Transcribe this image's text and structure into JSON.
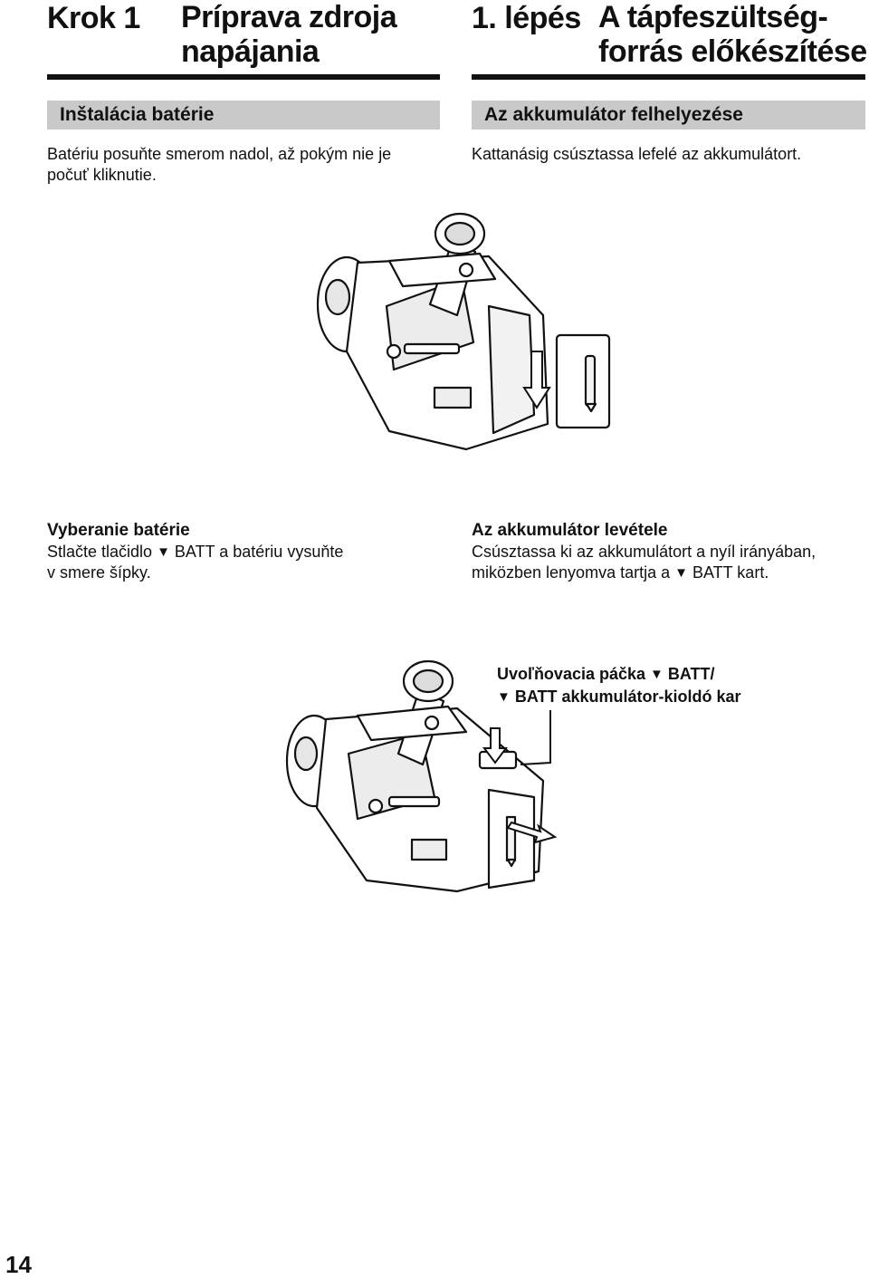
{
  "left": {
    "step_num": "Krok 1",
    "step_title_line1": "Príprava zdroja",
    "step_title_line2": "napájania",
    "band_title": "Inštalácia batérie",
    "install_line1": "Batériu posuňte smerom nadol, až pokým nie je",
    "install_line2": "počuť kliknutie.",
    "remove_heading": "Vyberanie batérie",
    "remove_line1_a": "Stlačte tlačidlo ",
    "remove_symbol": "▼",
    "remove_line1_b": " BATT a batériu vysuňte",
    "remove_line2": "v smere šípky."
  },
  "right": {
    "step_num": "1. lépés",
    "step_title_line1": "A tápfeszültség-",
    "step_title_line2": "forrás előkészítése",
    "band_title": "Az akkumulátor felhelyezése",
    "install_line1": "Kattanásig csúsztassa lefelé az akkumulátort.",
    "remove_heading": "Az akkumulátor levétele",
    "remove_line1": "Csúsztassa ki az akkumulátort a nyíl irányában,",
    "remove_line2_a": "miközben lenyomva tartja a ",
    "remove_symbol": "▼",
    "remove_line2_b": " BATT kart."
  },
  "callout": {
    "line1_a": "Uvoľňovacia páčka ",
    "line1_symbol": "▼",
    "line1_b": " BATT/",
    "line2_symbol": "▼",
    "line2_b": " BATT akkumulátor-kioldó kar"
  },
  "page_number": "14"
}
